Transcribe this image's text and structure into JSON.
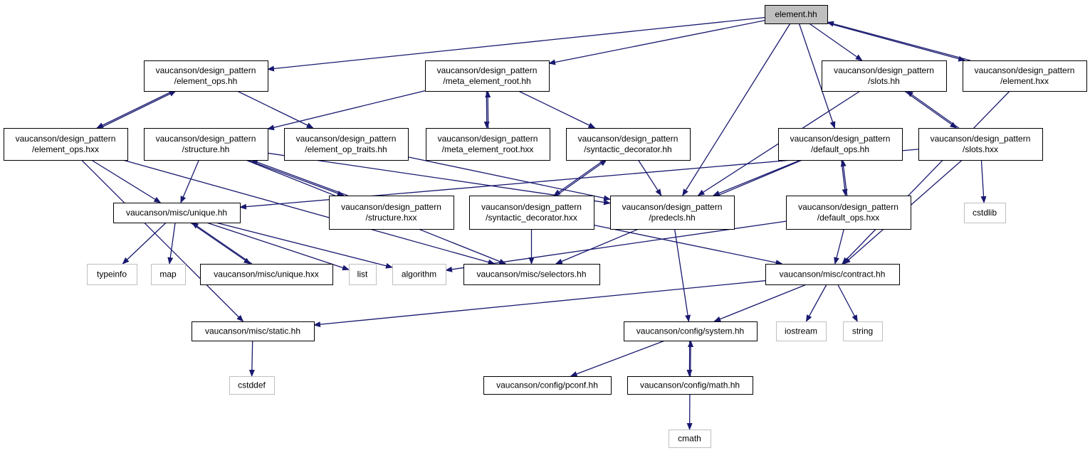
{
  "colors": {
    "edge": "#191970",
    "node_border": "#000000",
    "external_border": "#bfbfbf",
    "focus_fill": "#bfbfbf",
    "node_fill": "#ffffff",
    "text": "#000000"
  },
  "nodes": [
    {
      "id": "n0",
      "lines": [
        "element.hh"
      ],
      "kind": "focus"
    },
    {
      "id": "n1",
      "lines": [
        "vaucanson/design_pattern",
        "/element_ops.hh"
      ],
      "kind": "header"
    },
    {
      "id": "n2",
      "lines": [
        "vaucanson/design_pattern",
        "/meta_element_root.hh"
      ],
      "kind": "header"
    },
    {
      "id": "n3",
      "lines": [
        "vaucanson/design_pattern",
        "/slots.hh"
      ],
      "kind": "header"
    },
    {
      "id": "n4",
      "lines": [
        "vaucanson/design_pattern",
        "/element.hxx"
      ],
      "kind": "header"
    },
    {
      "id": "n5",
      "lines": [
        "vaucanson/design_pattern",
        "/element_ops.hxx"
      ],
      "kind": "header"
    },
    {
      "id": "n6",
      "lines": [
        "vaucanson/design_pattern",
        "/structure.hh"
      ],
      "kind": "header"
    },
    {
      "id": "n7",
      "lines": [
        "vaucanson/design_pattern",
        "/element_op_traits.hh"
      ],
      "kind": "header"
    },
    {
      "id": "n8",
      "lines": [
        "vaucanson/design_pattern",
        "/meta_element_root.hxx"
      ],
      "kind": "header"
    },
    {
      "id": "n9",
      "lines": [
        "vaucanson/design_pattern",
        "/syntactic_decorator.hh"
      ],
      "kind": "header"
    },
    {
      "id": "n10",
      "lines": [
        "vaucanson/design_pattern",
        "/default_ops.hh"
      ],
      "kind": "header"
    },
    {
      "id": "n11",
      "lines": [
        "vaucanson/design_pattern",
        "/slots.hxx"
      ],
      "kind": "header"
    },
    {
      "id": "n12",
      "lines": [
        "vaucanson/misc/unique.hh"
      ],
      "kind": "header"
    },
    {
      "id": "n13",
      "lines": [
        "vaucanson/design_pattern",
        "/structure.hxx"
      ],
      "kind": "header"
    },
    {
      "id": "n14",
      "lines": [
        "vaucanson/design_pattern",
        "/syntactic_decorator.hxx"
      ],
      "kind": "header"
    },
    {
      "id": "n15",
      "lines": [
        "vaucanson/design_pattern",
        "/predecls.hh"
      ],
      "kind": "header"
    },
    {
      "id": "n16",
      "lines": [
        "vaucanson/design_pattern",
        "/default_ops.hxx"
      ],
      "kind": "header"
    },
    {
      "id": "n17",
      "lines": [
        "cstdlib"
      ],
      "kind": "external"
    },
    {
      "id": "n18",
      "lines": [
        "typeinfo"
      ],
      "kind": "external"
    },
    {
      "id": "n19",
      "lines": [
        "map"
      ],
      "kind": "external"
    },
    {
      "id": "n20",
      "lines": [
        "vaucanson/misc/unique.hxx"
      ],
      "kind": "header"
    },
    {
      "id": "n21",
      "lines": [
        "list"
      ],
      "kind": "external"
    },
    {
      "id": "n22",
      "lines": [
        "algorithm"
      ],
      "kind": "external"
    },
    {
      "id": "n23",
      "lines": [
        "vaucanson/misc/selectors.hh"
      ],
      "kind": "header"
    },
    {
      "id": "n24",
      "lines": [
        "vaucanson/misc/contract.hh"
      ],
      "kind": "header"
    },
    {
      "id": "n25",
      "lines": [
        "vaucanson/misc/static.hh"
      ],
      "kind": "header"
    },
    {
      "id": "n26",
      "lines": [
        "vaucanson/config/system.hh"
      ],
      "kind": "header"
    },
    {
      "id": "n27",
      "lines": [
        "iostream"
      ],
      "kind": "external"
    },
    {
      "id": "n28",
      "lines": [
        "string"
      ],
      "kind": "external"
    },
    {
      "id": "n29",
      "lines": [
        "cstddef"
      ],
      "kind": "external"
    },
    {
      "id": "n30",
      "lines": [
        "vaucanson/config/pconf.hh"
      ],
      "kind": "header"
    },
    {
      "id": "n31",
      "lines": [
        "vaucanson/config/math.hh"
      ],
      "kind": "header"
    },
    {
      "id": "n32",
      "lines": [
        "cmath"
      ],
      "kind": "external"
    }
  ],
  "edges": [
    [
      "n0",
      "n1"
    ],
    [
      "n0",
      "n2"
    ],
    [
      "n0",
      "n3"
    ],
    [
      "n0",
      "n4"
    ],
    [
      "n0",
      "n10"
    ],
    [
      "n0",
      "n15"
    ],
    [
      "n4",
      "n0"
    ],
    [
      "n1",
      "n5"
    ],
    [
      "n1",
      "n7"
    ],
    [
      "n5",
      "n1"
    ],
    [
      "n5",
      "n12"
    ],
    [
      "n5",
      "n23"
    ],
    [
      "n5",
      "n25"
    ],
    [
      "n2",
      "n6"
    ],
    [
      "n2",
      "n8"
    ],
    [
      "n2",
      "n9"
    ],
    [
      "n8",
      "n2"
    ],
    [
      "n3",
      "n15"
    ],
    [
      "n3",
      "n11"
    ],
    [
      "n11",
      "n3"
    ],
    [
      "n4",
      "n24"
    ],
    [
      "n6",
      "n12"
    ],
    [
      "n6",
      "n13"
    ],
    [
      "n6",
      "n15"
    ],
    [
      "n6",
      "n23"
    ],
    [
      "n13",
      "n6"
    ],
    [
      "n7",
      "n15"
    ],
    [
      "n9",
      "n14"
    ],
    [
      "n9",
      "n15"
    ],
    [
      "n14",
      "n9"
    ],
    [
      "n10",
      "n15"
    ],
    [
      "n10",
      "n16"
    ],
    [
      "n10",
      "n23"
    ],
    [
      "n16",
      "n10"
    ],
    [
      "n11",
      "n12"
    ],
    [
      "n11",
      "n17"
    ],
    [
      "n11",
      "n24"
    ],
    [
      "n12",
      "n18"
    ],
    [
      "n12",
      "n19"
    ],
    [
      "n12",
      "n20"
    ],
    [
      "n12",
      "n21"
    ],
    [
      "n12",
      "n22"
    ],
    [
      "n20",
      "n12"
    ],
    [
      "n14",
      "n23"
    ],
    [
      "n14",
      "n24"
    ],
    [
      "n15",
      "n26"
    ],
    [
      "n16",
      "n22"
    ],
    [
      "n16",
      "n24"
    ],
    [
      "n24",
      "n25"
    ],
    [
      "n24",
      "n26"
    ],
    [
      "n24",
      "n27"
    ],
    [
      "n24",
      "n28"
    ],
    [
      "n25",
      "n29"
    ],
    [
      "n26",
      "n30"
    ],
    [
      "n26",
      "n31"
    ],
    [
      "n31",
      "n26"
    ],
    [
      "n31",
      "n32"
    ]
  ]
}
